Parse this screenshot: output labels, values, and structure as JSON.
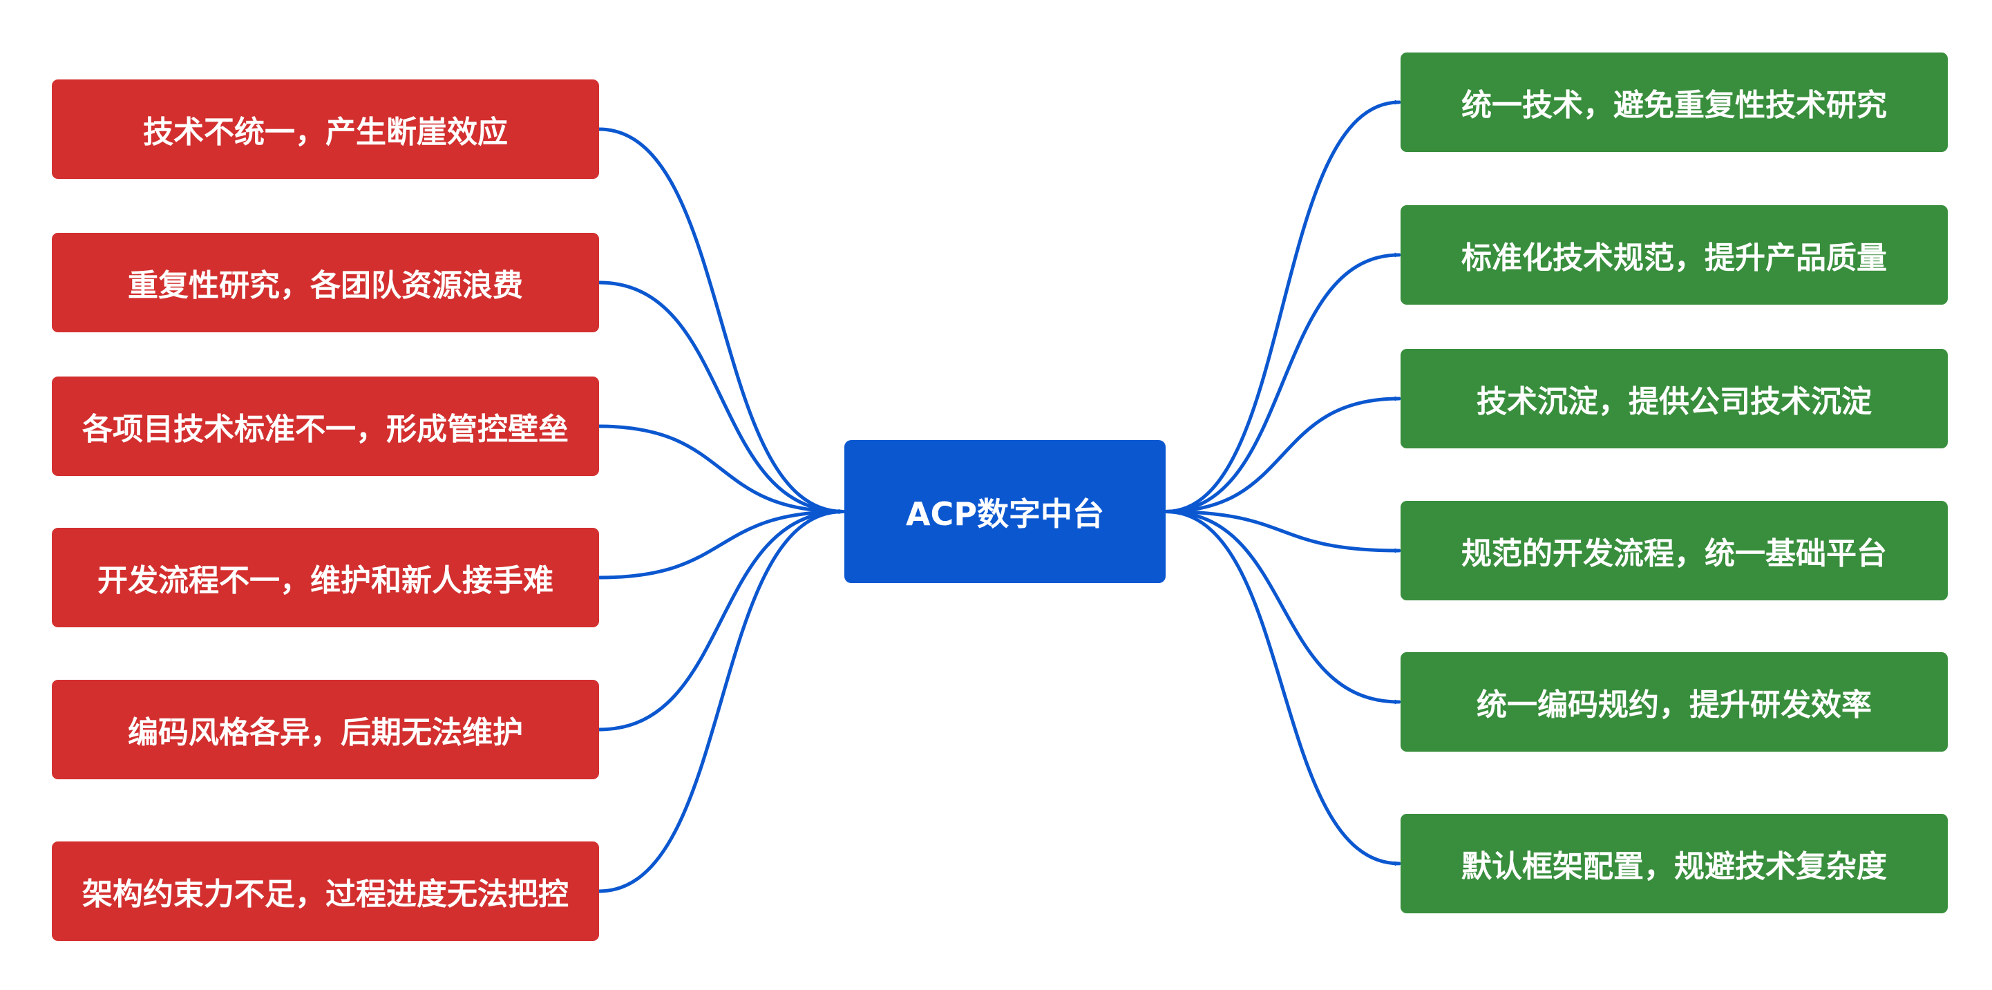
{
  "colors": {
    "problem": "#d32f2f",
    "benefit": "#388e3c",
    "center": "#0b57d0",
    "connector": "#0b57d0"
  },
  "center": {
    "label": "ACP数字中台"
  },
  "problems": [
    {
      "label": "技术不统一，产生断崖效应"
    },
    {
      "label": "重复性研究，各团队资源浪费"
    },
    {
      "label": "各项目技术标准不一，形成管控壁垒"
    },
    {
      "label": "开发流程不一，维护和新人接手难"
    },
    {
      "label": "编码风格各异，后期无法维护"
    },
    {
      "label": "架构约束力不足，过程进度无法把控"
    }
  ],
  "benefits": [
    {
      "label": "统一技术，避免重复性技术研究"
    },
    {
      "label": "标准化技术规范，提升产品质量"
    },
    {
      "label": "技术沉淀，提供公司技术沉淀"
    },
    {
      "label": "规范的开发流程，统一基础平台"
    },
    {
      "label": "统一编码规约，提升研发效率"
    },
    {
      "label": "默认框架配置，规避技术复杂度"
    }
  ]
}
